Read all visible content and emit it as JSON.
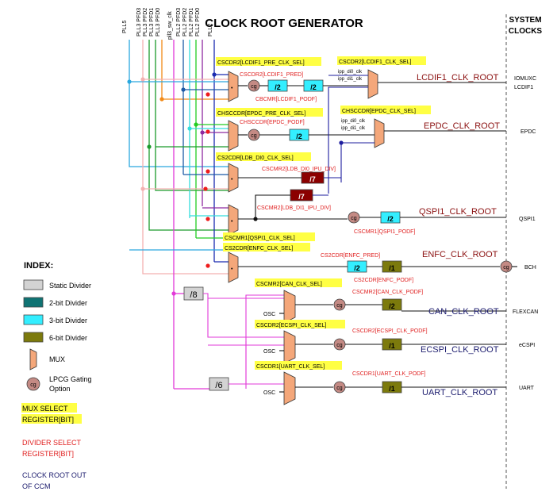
{
  "title": "CLOCK ROOT GENERATOR",
  "system_clocks_label": "SYSTEM CLOCKS",
  "top_sources": [
    "PLL5",
    "PLL3 PFD3",
    "PLL3 PFD2",
    "PLL3 PFD1",
    "PLL3 PFD0",
    "pll3_sw_clk",
    "PLL2 PFD3",
    "PLL2 PFD2",
    "PLL2 PFD1",
    "PLL2 PFD0",
    "PLL2"
  ],
  "blocks": {
    "lcdif1": {
      "pre_mux_sel": "CSCDR2[LCDIF1_PRE_CLK_SEL]",
      "pred": "CSCDR2[LCDIF1_PRED]",
      "podf": "CBCMR[LCDIF1_PODF]",
      "div1": "/2",
      "div2": "/2",
      "mux_sel": "CSCDR2[LCDIF1_CLK_SEL]",
      "in_a": "ipp_di0_clk",
      "in_b": "ipp_di1_clk",
      "root": "LCDIF1_CLK_ROOT",
      "dest_a": "IOMUXC",
      "dest_b": "LCDIF1"
    },
    "epdc": {
      "pre_mux_sel": "CHSCCDR[EPDC_PRE_CLK_SEL]",
      "podf": "CHSCCDR[EPDC_PODF]",
      "div": "/2",
      "mux_sel": "CHSCCDR[EPDC_CLK_SEL]",
      "in_a": "ipp_di0_clk",
      "in_b": "ipp_di1_clk",
      "root": "EPDC_CLK_ROOT",
      "dest": "EPDC"
    },
    "ldb": {
      "mux_sel": "CS2CDR[LDB_DI0_CLK_SEL]",
      "di0_div_label": "CSCMR2[LDB_DI0_IPU_DIV]",
      "di1_div_label": "CSCMR2[LDB_DI1_IPU_DIV]",
      "div": "/7"
    },
    "qspi1": {
      "mux_sel": "CSCMR1[QSPI1_CLK_SEL]",
      "podf": "CSCMR1[QSPI1_PODF]",
      "div": "/2",
      "root": "QSPI1_CLK_ROOT",
      "dest": "QSPI1"
    },
    "enfc": {
      "mux_sel": "CS2CDR[ENFC_CLK_SEL]",
      "pred": "CS2CDR[ENFC_PRED]",
      "podf": "CS2CDR[ENFC_PODF]",
      "div1": "/2",
      "div2": "/1",
      "root": "ENFC_CLK_ROOT",
      "dest": "BCH"
    },
    "can": {
      "mux_sel": "CSCMR2[CAN_CLK_SEL]",
      "podf": "CSCMR2[CAN_CLK_PODF]",
      "div": "/2",
      "root": "CAN_CLK_ROOT",
      "dest": "FLEXCAN"
    },
    "ecspi": {
      "mux_sel": "CSCDR2[ECSPI_CLK_SEL]",
      "podf": "CSCDR2[ECSPI_CLK_PODF]",
      "div": "/1",
      "root": "ECSPI_CLK_ROOT",
      "dest": "eCSPI"
    },
    "uart": {
      "mux_sel": "CSCDR1[UART_CLK_SEL]",
      "podf": "CSCDR1[UART_CLK_PODF]",
      "div": "/1",
      "root": "UART_CLK_ROOT",
      "dest": "UART"
    }
  },
  "static_div_8": "/8",
  "static_div_6": "/6",
  "osc_label": "OSC",
  "cg_label": "cg",
  "index": {
    "title": "INDEX:",
    "items": [
      "Static Divider",
      "2-bit Divider",
      "3-bit Divider",
      "6-bit Divider",
      "MUX",
      "LPCG Gating Option"
    ],
    "mux_select": "MUX SELECT REGISTER[BIT]",
    "mux_select_lines": [
      "MUX SELECT",
      "REGISTER[BIT]"
    ],
    "divider_select_lines": [
      "DIVIDER SELECT",
      "REGISTER[BIT]"
    ],
    "root_out_lines": [
      "CLOCK ROOT OUT",
      "OF CCM"
    ]
  },
  "colors": {
    "static_divider": "#d3d3d3",
    "two_bit_divider": "#0f7373",
    "three_bit_divider": "#33eeff",
    "six_bit_divider": "#7c7a0c",
    "ldb_divider": "#8b0000",
    "mux": "#f4a77a",
    "cg": "#c48a84",
    "highlight": "#ffff44",
    "divider_reg_text": "#e02020",
    "root_text_dark_red": "#8b1010",
    "root_text_navy": "#1c1c6e"
  }
}
